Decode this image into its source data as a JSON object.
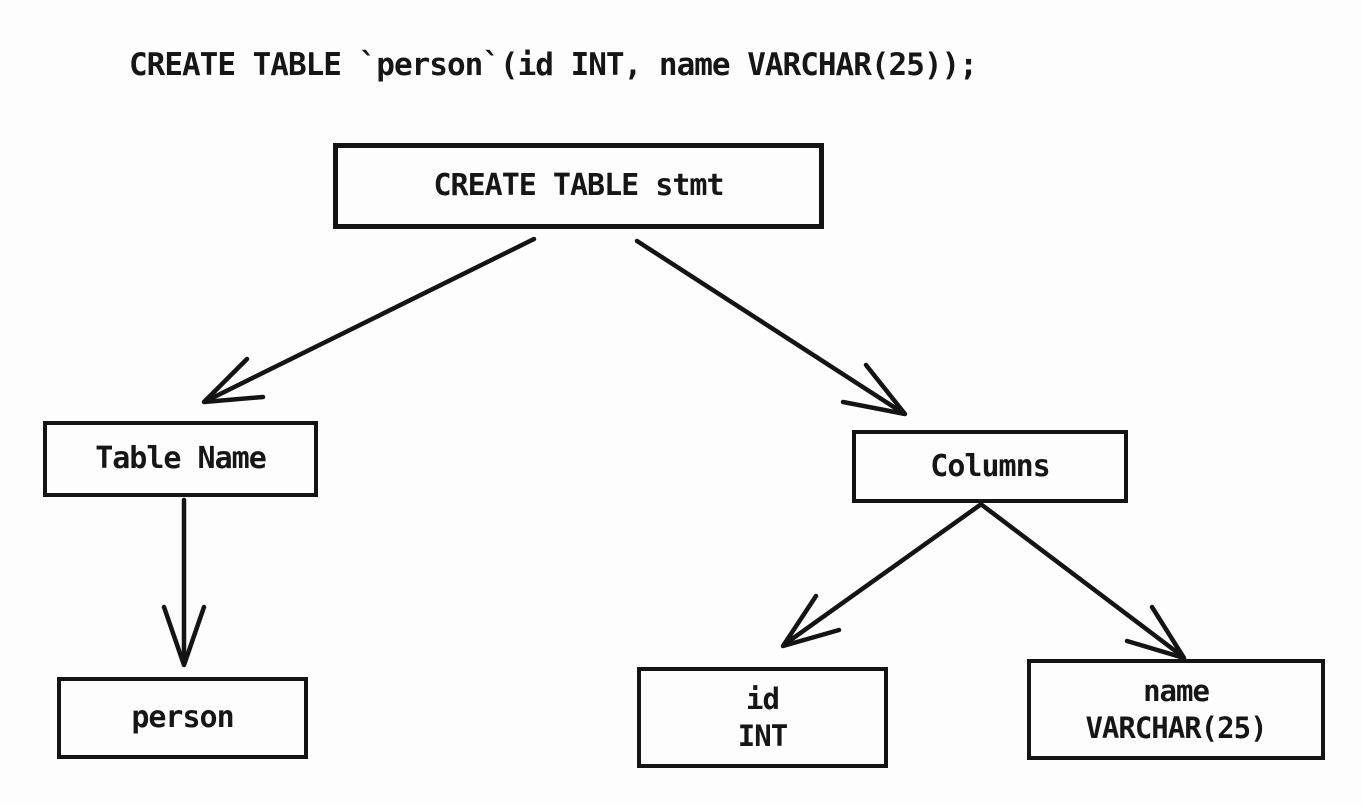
{
  "page": {
    "background": "#fdfdfd",
    "ink": "#141414"
  },
  "sql_statement": "CREATE TABLE `person`(id INT, name VARCHAR(25));",
  "diagram": {
    "nodes": {
      "root": {
        "label": "CREATE TABLE stmt"
      },
      "table_name": {
        "label": "Table Name"
      },
      "columns": {
        "label": "Columns"
      },
      "person": {
        "label": "person"
      },
      "id_col": {
        "lines": [
          "id",
          "INT"
        ]
      },
      "name_col": {
        "lines": [
          "name",
          "VARCHAR(25)"
        ]
      }
    },
    "edges": [
      {
        "from": "CREATE TABLE stmt",
        "to": "Table Name"
      },
      {
        "from": "CREATE TABLE stmt",
        "to": "Columns"
      },
      {
        "from": "Table Name",
        "to": "person"
      },
      {
        "from": "Columns",
        "to": "id INT"
      },
      {
        "from": "Columns",
        "to": "name VARCHAR(25)"
      }
    ]
  }
}
